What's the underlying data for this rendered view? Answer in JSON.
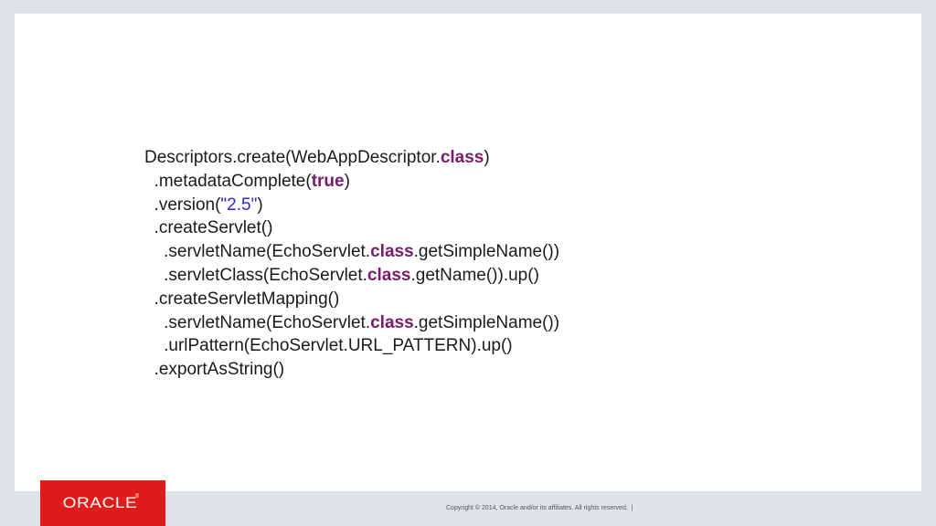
{
  "code": {
    "lines": [
      [
        {
          "t": "Descriptors.create(WebAppDescriptor."
        },
        {
          "t": "class",
          "k": "kw"
        },
        {
          "t": ")"
        }
      ],
      [
        {
          "t": "  .metadataComplete("
        },
        {
          "t": "true",
          "k": "kw"
        },
        {
          "t": ")"
        }
      ],
      [
        {
          "t": "  .version("
        },
        {
          "t": "\"2.5\"",
          "k": "str"
        },
        {
          "t": ")"
        }
      ],
      [
        {
          "t": "  .createServlet()"
        }
      ],
      [
        {
          "t": "    .servletName(EchoServlet."
        },
        {
          "t": "class",
          "k": "kw"
        },
        {
          "t": ".getSimpleName())"
        }
      ],
      [
        {
          "t": "    .servletClass(EchoServlet."
        },
        {
          "t": "class",
          "k": "kw"
        },
        {
          "t": ".getName()).up()"
        }
      ],
      [
        {
          "t": "  .createServletMapping()"
        }
      ],
      [
        {
          "t": "    .servletName(EchoServlet."
        },
        {
          "t": "class",
          "k": "kw"
        },
        {
          "t": ".getSimpleName())"
        }
      ],
      [
        {
          "t": "    .urlPattern(EchoServlet.URL_PATTERN).up()"
        }
      ],
      [
        {
          "t": "  .exportAsString()"
        }
      ]
    ],
    "colors": {
      "text": "#1a1a1a",
      "keyword": "#7a1a6a",
      "string": "#2a2acf"
    }
  },
  "footer": {
    "logo_text": "ORACLE",
    "logo_reg": "®",
    "logo_color": "#e01b1b",
    "copyright": "Copyright © 2014, Oracle and/or its affiliates. All rights reserved.  |"
  }
}
